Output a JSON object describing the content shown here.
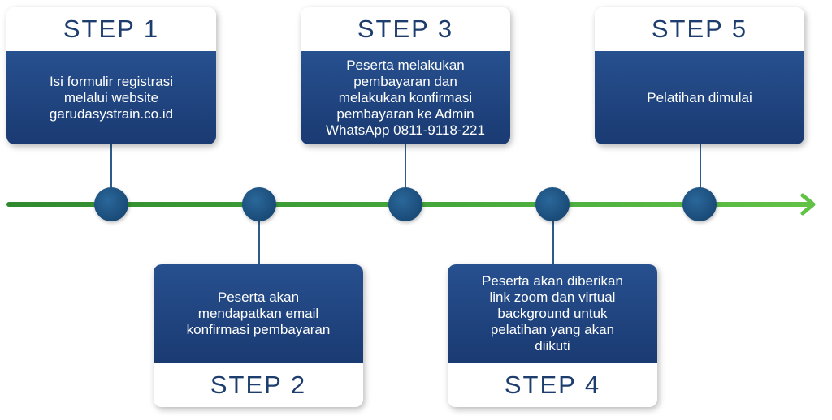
{
  "colors": {
    "card_title_text": "#1d3d6e",
    "card_body": "#1f4580",
    "timeline_start": "#2f8a2e",
    "timeline_end": "#62c246",
    "node": "#1a4b78"
  },
  "steps": [
    {
      "title": "STEP 1",
      "text": "Isi formulir registrasi\nmelalui website\ngarudasystrain.co.id"
    },
    {
      "title": "STEP 2",
      "text": "Peserta akan\nmendapatkan email\nkonfirmasi pembayaran"
    },
    {
      "title": "STEP 3",
      "text": "Peserta melakukan\npembayaran dan\nmelakukan konfirmasi\npembayaran ke Admin\nWhatsApp 0811-9118-221"
    },
    {
      "title": "STEP 4",
      "text": "Peserta akan diberikan\nlink zoom dan virtual\nbackground untuk\npelatihan yang akan\ndiikuti"
    },
    {
      "title": "STEP 5",
      "text": "Pelatihan dimulai"
    }
  ]
}
